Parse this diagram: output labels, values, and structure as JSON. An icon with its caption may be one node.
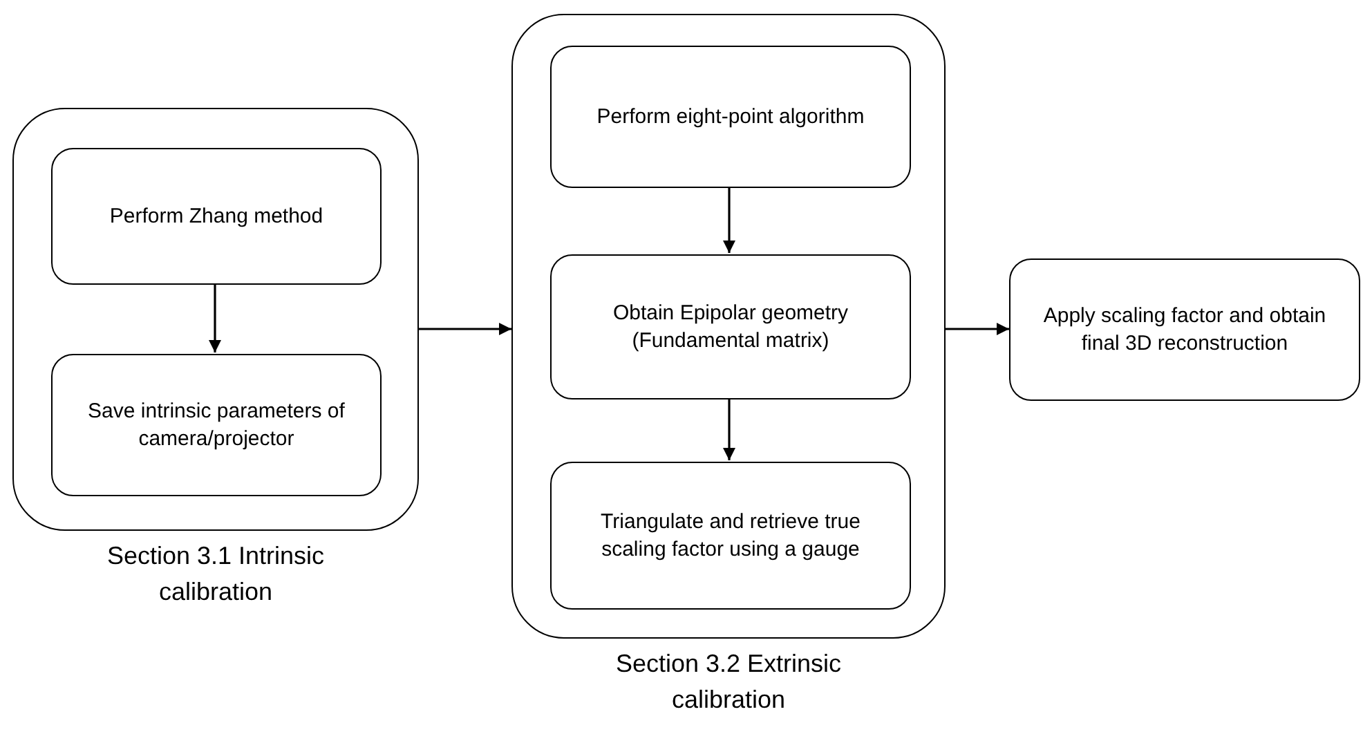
{
  "diagram": {
    "nodes": [
      {
        "text": [
          "Section 3.1 Intrinsic calibration"
        ]
      },
      {
        "text": [
          "Perform Zhang method"
        ],
        "in": 0
      },
      {
        "text": [
          "Save intrinsic parameters of camera/projector"
        ],
        "in": 0
      },
      {
        "text": [
          "Section 3.2 Extrinsic calibration"
        ]
      },
      {
        "text": [
          "Perform eight-point algorithm"
        ],
        "in": 3
      },
      {
        "text": [
          "Obtain Epipolar geometry (Fundamental matrix)"
        ],
        "in": 3
      },
      {
        "text": [
          "Triangulate and retrieve true scaling factor using a gauge"
        ],
        "in": 3
      },
      {
        "text": [
          "Apply scaling factor and obtain final 3D reconstruction"
        ]
      }
    ],
    "edges": [
      {
        "from": 1,
        "to": 2,
        "arrow": "to"
      },
      {
        "from": 0,
        "to": 3,
        "arrow": "to"
      },
      {
        "from": 4,
        "to": 5,
        "arrow": "to"
      },
      {
        "from": 5,
        "to": 6,
        "arrow": "to"
      },
      {
        "from": 3,
        "to": 7,
        "arrow": "to"
      }
    ]
  }
}
